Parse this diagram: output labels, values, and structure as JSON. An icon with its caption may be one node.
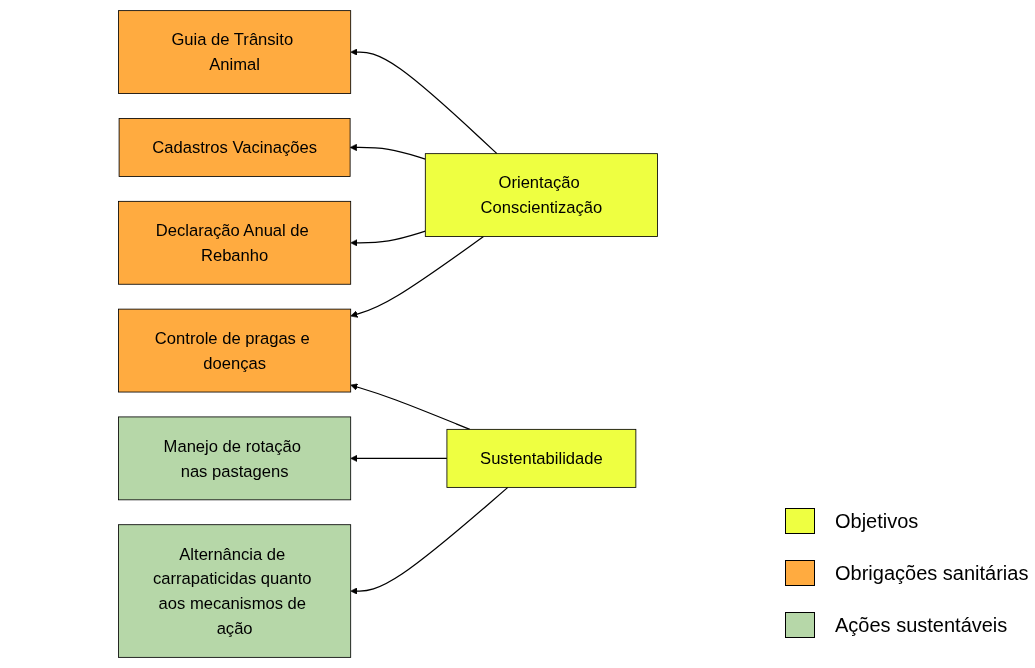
{
  "diagram": {
    "nodes": [
      {
        "text": [
          "Guia de Trânsito Animal"
        ]
      },
      {
        "text": [
          "Cadastros Vacinações"
        ]
      },
      {
        "text": [
          "Manejo de rotação nas pastagens"
        ]
      },
      {
        "text": [
          "Alternância de carrapaticidas quanto aos mecanismos de ação"
        ]
      },
      {
        "text": [
          "Orientação Conscientização"
        ]
      },
      {
        "text": [
          "Declaração Anual de Rebanho"
        ]
      },
      {
        "text": [
          "Sustentabilidade"
        ]
      },
      {
        "text": [
          "Controle de pragas e doenças"
        ]
      }
    ],
    "edges": [
      {
        "from": 4,
        "to": 0,
        "arrow": "to"
      },
      {
        "from": 4,
        "to": 1,
        "arrow": "to"
      },
      {
        "from": 4,
        "to": 5,
        "arrow": "to"
      },
      {
        "from": 4,
        "to": 7,
        "arrow": "to"
      },
      {
        "from": 6,
        "to": 2,
        "arrow": "to"
      },
      {
        "from": 6,
        "to": 3,
        "arrow": "to"
      },
      {
        "from": 6,
        "to": 7,
        "arrow": "to"
      }
    ],
    "legend": [
      {
        "text": "Objetivos",
        "color": "#eeff41"
      },
      {
        "text": "Obrigações sanitárias",
        "color": "#ffab40"
      },
      {
        "text": "Ações sustentáveis",
        "color": "#b6d7a8"
      }
    ]
  }
}
